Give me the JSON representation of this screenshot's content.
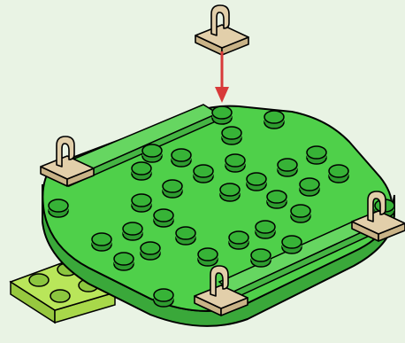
{
  "scene": {
    "background_color": "#e9f3e4",
    "base_plate_color": "#4fd04a",
    "base_plate_shadow_color": "#3aa83a",
    "tile_color": "#66d661",
    "stud_color": "#2e9c2f",
    "small_plate_color": "#b9e65a",
    "small_plate_shadow_color": "#97c83f",
    "clip_color": "#e2cfaa",
    "clip_shadow_color": "#c9b387",
    "arrow_color": "#d83a3a",
    "outline_color": "#000000"
  },
  "icons": {
    "base_plate": "rounded-square-green-plate",
    "small_plate": "lime-2x2-plate",
    "clip": "tan-clip-plate",
    "arrow": "down-arrow"
  }
}
